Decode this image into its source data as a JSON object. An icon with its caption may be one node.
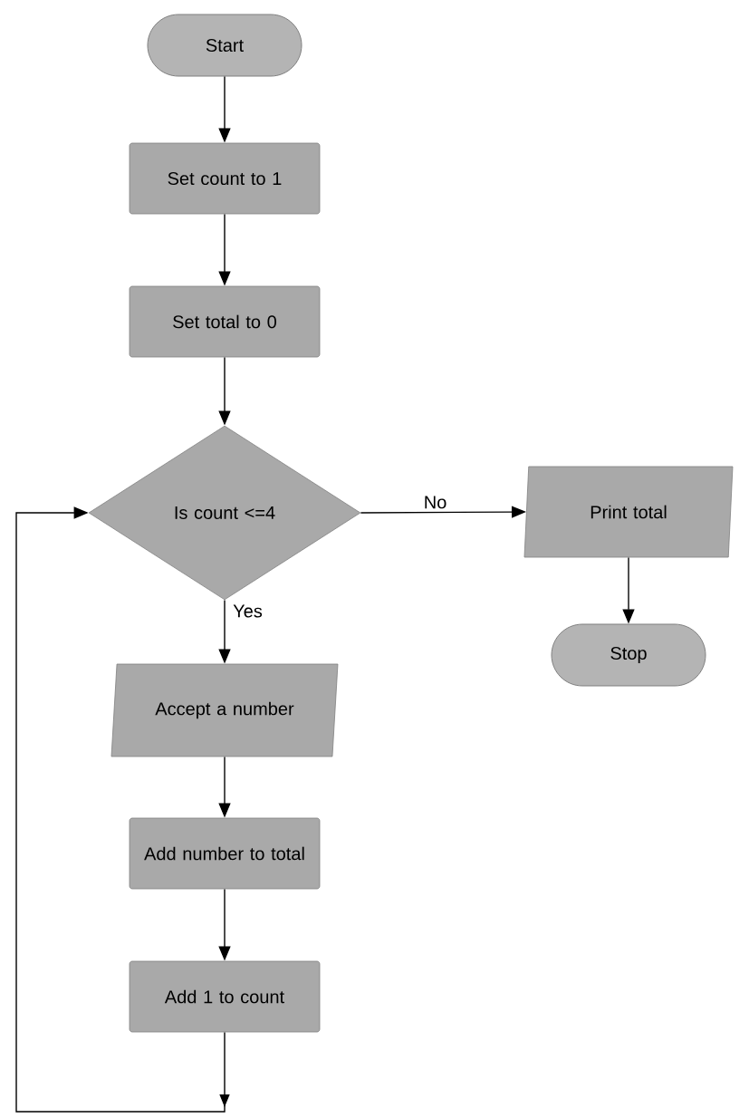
{
  "diagram": {
    "nodes": [
      {
        "text": [
          "Start"
        ]
      },
      {
        "text": [
          "Set count to 1"
        ]
      },
      {
        "text": [
          "Set total to 0"
        ]
      },
      {
        "text": [
          "Is count <=4"
        ]
      },
      {
        "text": [
          "Print total"
        ]
      },
      {
        "text": [
          "Stop"
        ]
      },
      {
        "text": [
          "Accept a number"
        ]
      },
      {
        "text": [
          "Add number to total"
        ]
      },
      {
        "text": [
          "Add 1 to count"
        ]
      }
    ],
    "edges": [
      {
        "from": 0,
        "to": 1,
        "arrow": "to"
      },
      {
        "from": 1,
        "to": 2,
        "arrow": "to"
      },
      {
        "from": 2,
        "to": 3,
        "arrow": "to"
      },
      {
        "from": 3,
        "to": 4,
        "arrow": "to",
        "label": "No"
      },
      {
        "from": 4,
        "to": 5,
        "arrow": "to"
      },
      {
        "from": 3,
        "to": 6,
        "arrow": "to",
        "label": "Yes"
      },
      {
        "from": 6,
        "to": 7,
        "arrow": "to"
      },
      {
        "from": 7,
        "to": 8,
        "arrow": "to"
      },
      {
        "from": 8,
        "to": 3,
        "arrow": "to"
      }
    ]
  }
}
